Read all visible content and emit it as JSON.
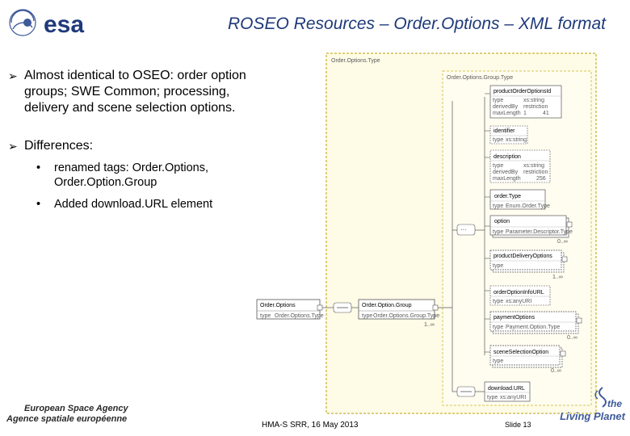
{
  "header": {
    "title": "ROSEO Resources – Order.Options – XML format"
  },
  "bullets": [
    {
      "text_lines": [
        "Almost identical to OSEO: order option",
        "groups; SWE Common; processing,",
        "delivery and scene selection options."
      ]
    },
    {
      "text_lines": [
        "Differences:"
      ]
    }
  ],
  "sub_bullets": [
    {
      "text_lines": [
        "renamed tags: Order.Options,",
        "Order.Option.Group"
      ]
    },
    {
      "text_lines": [
        "Added download.URL element"
      ]
    }
  ],
  "diagram": {
    "outer_type": "Order.Options.Type",
    "group_type": "Order.Options.Group.Type",
    "root": {
      "name": "Order.Options",
      "type_label": "type",
      "type_value": "Order.Options.Type"
    },
    "group": {
      "name": "Order.Option.Group",
      "type_label": "type",
      "type_value": "Order.Options.Group.Type",
      "card": "1..∞"
    },
    "elements": [
      {
        "name": "productOrderOptionsId",
        "rows": [
          [
            "type",
            "xs:string"
          ],
          [
            "derivedBy",
            "restriction"
          ],
          [
            "maxLength",
            "1",
            "41"
          ]
        ]
      },
      {
        "name": "identifier",
        "rows": [
          [
            "type",
            "xs:string"
          ]
        ]
      },
      {
        "name": "description",
        "rows": [
          [
            "type",
            "xs:string"
          ],
          [
            "derivedBy",
            "restriction"
          ],
          [
            "maxLength",
            "256"
          ]
        ]
      },
      {
        "name": "order.Type",
        "rows": [
          [
            "type",
            "Enum.Order.Type"
          ]
        ]
      },
      {
        "name": "option",
        "rows": [
          [
            "type",
            "Parameter.Descriptor.Type"
          ]
        ],
        "card": "0..∞"
      },
      {
        "name": "productDeliveryOptions",
        "rows": [
          [
            "type",
            ""
          ]
        ],
        "card": "1..∞"
      },
      {
        "name": "orderOptionInfoURL",
        "rows": [
          [
            "type",
            "xs:anyURI"
          ]
        ]
      },
      {
        "name": "paymentOptions",
        "rows": [
          [
            "type",
            "Payment.Option.Type"
          ]
        ],
        "card": "0..∞"
      },
      {
        "name": "sceneSelectionOption",
        "rows": [
          [
            "type",
            ""
          ]
        ],
        "card": "0..∞"
      },
      {
        "name": "download.URL",
        "rows": [
          [
            "type",
            "xs:anyURI"
          ]
        ]
      }
    ]
  },
  "footer": {
    "agency_en": "European Space Agency",
    "agency_fr": "Agence spatiale européenne",
    "date": "HMA-S SRR, 16 May 2013",
    "slide": "Slide 13",
    "living_planet_line1": "the",
    "living_planet_line2": "Living Planet"
  },
  "logo": {
    "text": "esa"
  },
  "colors": {
    "title": "#1f3a7a",
    "esa": "#1f3a7a",
    "diagram_border": "#b8a000",
    "group_border": "#d6c55a"
  }
}
